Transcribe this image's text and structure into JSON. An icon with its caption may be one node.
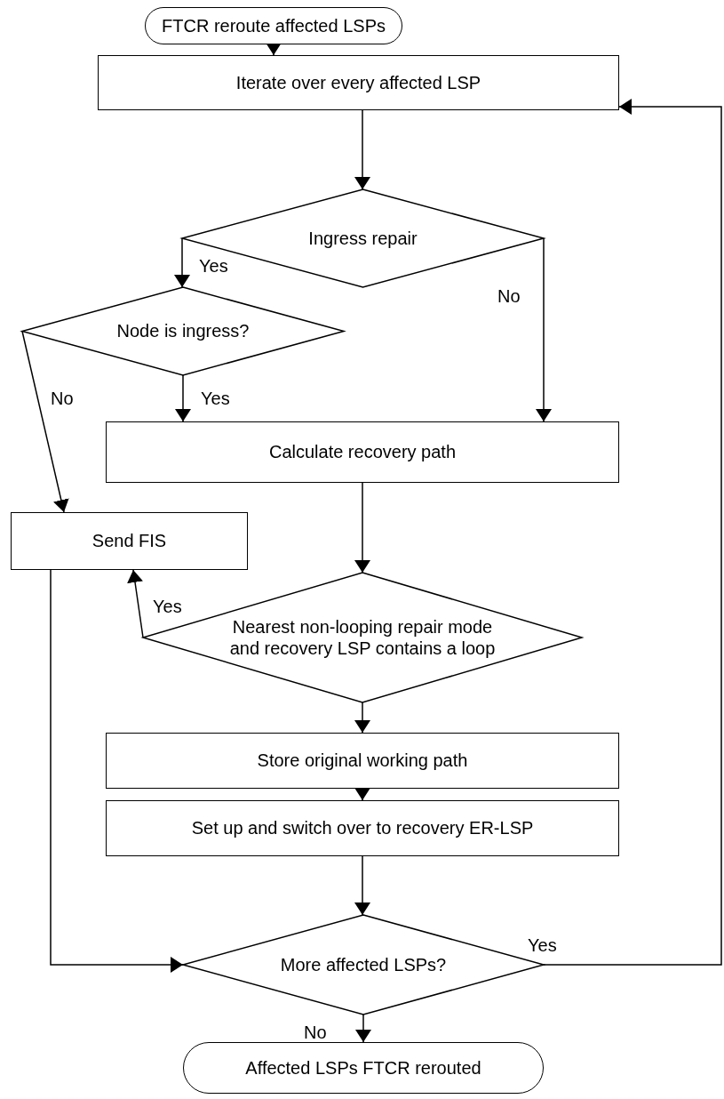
{
  "diagram": {
    "nodes": [
      {
        "text": [
          "FTCR reroute affected LSPs"
        ]
      },
      {
        "text": [
          "Iterate over every affected LSP"
        ]
      },
      {
        "text": [
          "Ingress repair"
        ]
      },
      {
        "text": [
          "Node is ingress?"
        ]
      },
      {
        "text": [
          "Calculate recovery path"
        ]
      },
      {
        "text": [
          "Send FIS"
        ]
      },
      {
        "text": [
          "Nearest non-looping repair mode and recovery LSP contains a loop"
        ]
      },
      {
        "text": [
          "Store original working path"
        ]
      },
      {
        "text": [
          "Set up and switch over to recovery ER-LSP"
        ]
      },
      {
        "text": [
          "More affected LSPs?"
        ]
      },
      {
        "text": [
          "Affected LSPs FTCR rerouted"
        ]
      }
    ],
    "edges": [
      {
        "from": 0,
        "to": 1,
        "arrow": "to"
      },
      {
        "from": 1,
        "to": 2,
        "arrow": "to"
      },
      {
        "from": 2,
        "to": 3,
        "arrow": "to",
        "label": "Yes"
      },
      {
        "from": 2,
        "to": 4,
        "arrow": "to",
        "label": "No"
      },
      {
        "from": 3,
        "to": 4,
        "arrow": "to",
        "label": "Yes"
      },
      {
        "from": 3,
        "to": 5,
        "arrow": "to",
        "label": "No"
      },
      {
        "from": 4,
        "to": 6,
        "arrow": "to"
      },
      {
        "from": 6,
        "to": 5,
        "arrow": "to",
        "label": "Yes"
      },
      {
        "from": 6,
        "to": 7,
        "arrow": "to"
      },
      {
        "from": 7,
        "to": 8,
        "arrow": "to"
      },
      {
        "from": 8,
        "to": 9,
        "arrow": "to"
      },
      {
        "from": 5,
        "to": 9,
        "arrow": "to"
      },
      {
        "from": 9,
        "to": 1,
        "arrow": "to",
        "label": "Yes"
      },
      {
        "from": 9,
        "to": 10,
        "arrow": "to",
        "label": "No"
      }
    ]
  }
}
